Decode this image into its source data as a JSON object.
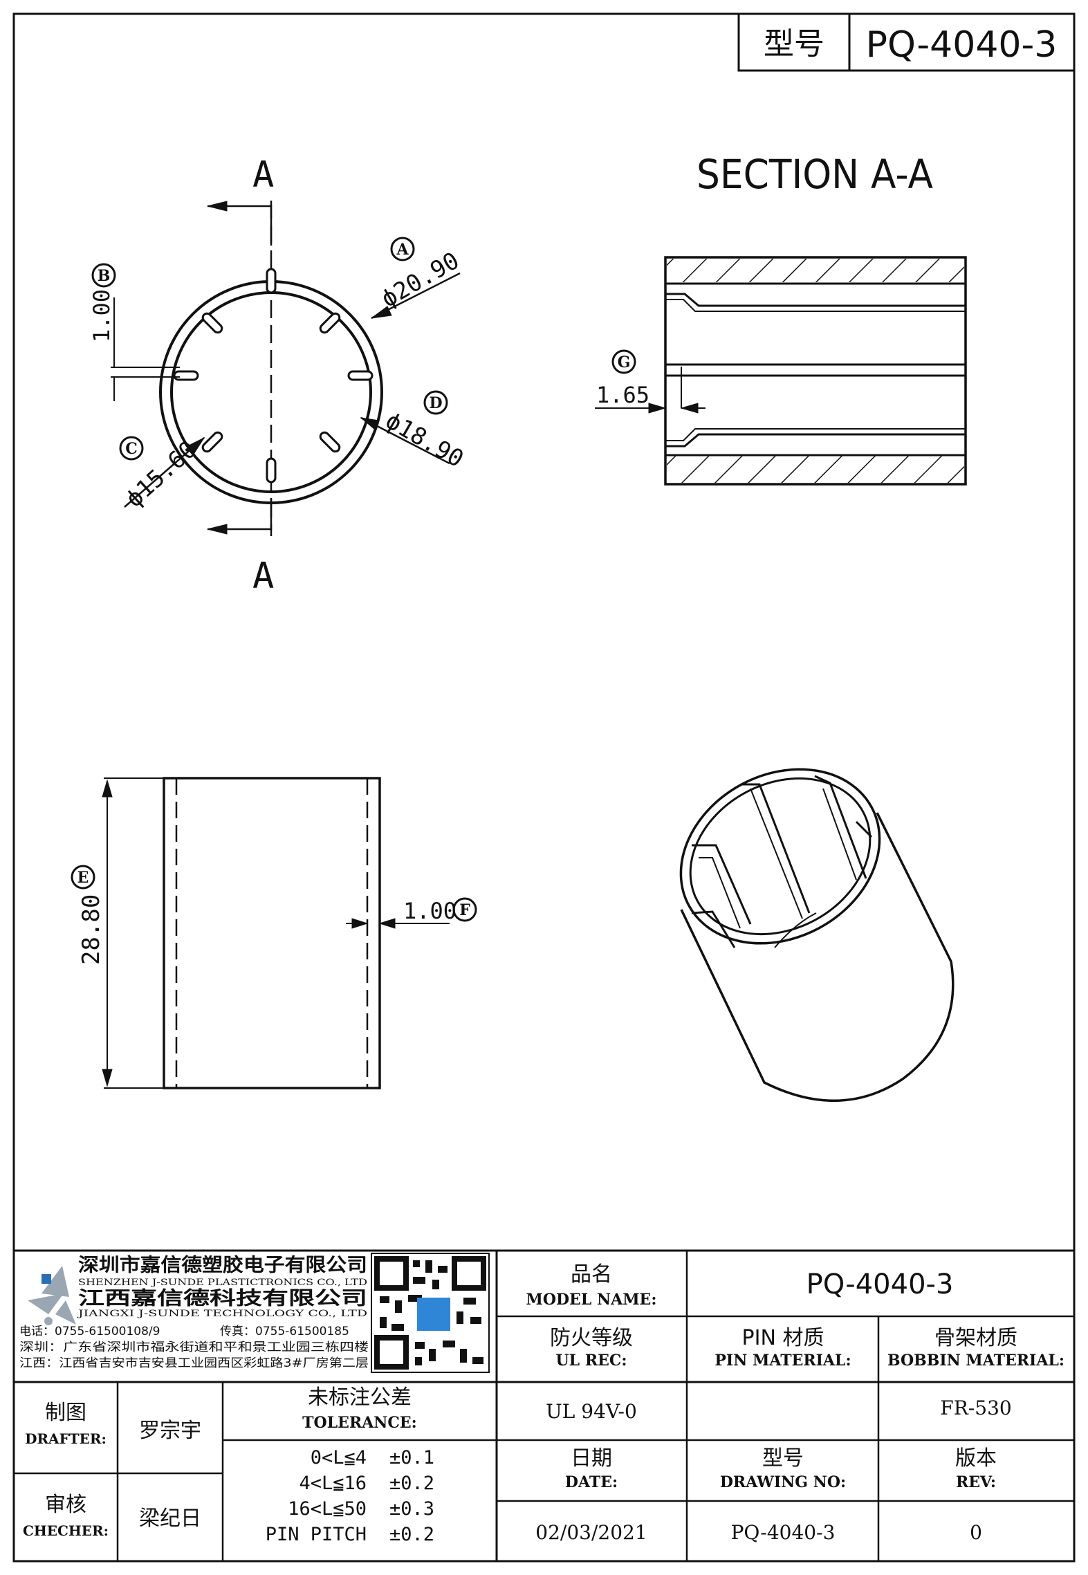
{
  "header": {
    "model_label": "型号",
    "model_value": "PQ-4040-3"
  },
  "section": {
    "title": "SECTION A-A"
  },
  "top_view": {
    "cut_label_top": "A",
    "cut_label_bottom": "A",
    "marks": {
      "a": "A",
      "b": "B",
      "c": "C",
      "d": "D"
    },
    "dims": {
      "a": "ϕ20.90",
      "b": "1.00",
      "c": "ϕ15.60",
      "d": "ϕ18.90"
    }
  },
  "section_view": {
    "mark_g": "G",
    "dim_g": "1.65"
  },
  "side_view": {
    "mark_e": "E",
    "dim_e": "28.80",
    "mark_f": "F",
    "dim_f": "1.00"
  },
  "company": {
    "name_cn_1": "深圳市嘉信德塑胶电子有限公司",
    "name_en_1": "SHENZHEN J-SUNDE PLASTICTRONICS CO., LTD",
    "name_cn_2": "江西嘉信德科技有限公司",
    "name_en_2": "JIANGXI J-SUNDE TECHNOLOGY CO., LTD",
    "tel": "电话：0755-61500108/9",
    "fax": "传真：0755-61500185",
    "addr_sz": "深圳：广东省深圳市福永街道和平和景工业园三栋四楼",
    "addr_jx": "江西：江西省吉安市吉安县工业园西区彩虹路3#厂房第二层"
  },
  "title_block": {
    "model_name_cn": "品名",
    "model_name_en": "MODEL NAME:",
    "model_name_value": "PQ-4040-3",
    "ul_cn": "防火等级",
    "ul_en": "UL REC:",
    "pin_cn": "PIN 材质",
    "pin_en": "PIN MATERIAL:",
    "bobbin_cn": "骨架材质",
    "bobbin_en": "BOBBIN MATERIAL:",
    "ul_value": "UL 94V-0",
    "pin_value": "",
    "bobbin_value": "FR-530",
    "drafter_cn": "制图",
    "drafter_en": "DRAFTER:",
    "drafter_name": "罗宗宇",
    "checker_cn": "审核",
    "checker_en": "CHECHER:",
    "checker_name": "梁纪日",
    "tolerance_cn": "未标注公差",
    "tolerance_en": "TOLERANCE:",
    "tolerances": [
      {
        "range": "0<L≦4",
        "value": "±0.1"
      },
      {
        "range": "4<L≦16",
        "value": "±0.2"
      },
      {
        "range": "16<L≦50",
        "value": "±0.3"
      },
      {
        "range": "PIN PITCH",
        "value": "±0.2"
      }
    ],
    "date_cn": "日期",
    "date_en": "DATE:",
    "drawing_cn": "型号",
    "drawing_en": "DRAWING NO:",
    "rev_cn": "版本",
    "rev_en": "REV:",
    "date_value": "02/03/2021",
    "drawing_value": "PQ-4040-3",
    "rev_value": "0"
  }
}
